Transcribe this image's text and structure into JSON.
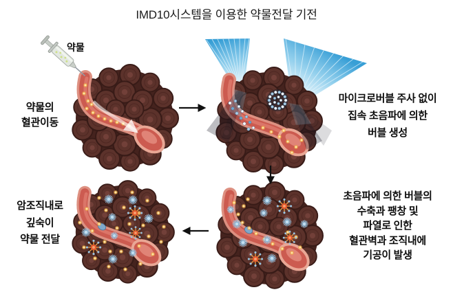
{
  "title": "IMD10시스템을 이용한 약물전달 기전",
  "syringe": {
    "label": "약물"
  },
  "steps": {
    "step1": {
      "caption": "약물의\n혈관이동"
    },
    "step2": {
      "caption": "마이크로버블 주사 없이\n집속 초음파에 의한\n버블 생성"
    },
    "step3": {
      "caption": "초음파에 의한 버블의\n수축과 팽창 및\n파열로 인한\n혈관벽과 조직내에\n기공이 발생"
    },
    "step4": {
      "caption": "암조직내로\n깊숙이\n약물 전달"
    }
  },
  "icons": {
    "arrow_right": "arrow-right-icon",
    "arrow_down": "arrow-down-icon",
    "arrow_left": "arrow-left-icon",
    "syringe": "syringe-icon",
    "ultrasound_beams": "ultrasound-beam-icon",
    "bubble_cluster": "bubble-cluster-icon",
    "cavitation_bubble": "cavitation-bubble-icon",
    "drug_particle": "drug-particle-icon"
  },
  "colors": {
    "background": "#ffffff",
    "tumor_cell": "#5c322b",
    "tumor_outline": "#381b17",
    "vessel_wall": "#e9a795",
    "vessel_lumen": "#cc5b50",
    "beam_blue": "#5fb6e4",
    "drug_dot": "#f5c76a",
    "bubble_blue": "#a8cce4",
    "burst_orange": "#e4582b",
    "text": "#0d0d0d"
  }
}
